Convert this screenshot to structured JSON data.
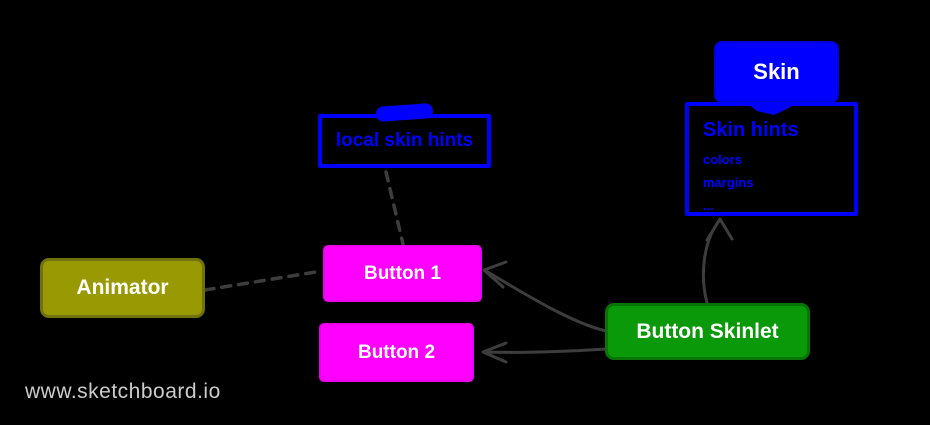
{
  "canvas": {
    "background": "#000000"
  },
  "watermark": {
    "text": "www.sketchboard.io",
    "color": "#cccccc"
  },
  "nodes": {
    "skin": {
      "label": "Skin",
      "fill": "#0000ff",
      "text_color": "#ffffff"
    },
    "skin_hints": {
      "title": "Skin hints",
      "items": [
        "colors",
        "margins",
        "..."
      ],
      "border_color": "#0000ff",
      "text_color": "#0000ff"
    },
    "local_skin_hints": {
      "label": "local skin hints",
      "border_color": "#0000ff",
      "text_color": "#0000ff"
    },
    "animator": {
      "label": "Animator",
      "fill": "#999903",
      "text_color": "#ffffff"
    },
    "button_1": {
      "label": "Button 1",
      "fill": "#ff00ff",
      "text_color": "#ffffff"
    },
    "button_2": {
      "label": "Button 2",
      "fill": "#ff00ff",
      "text_color": "#ffffff"
    },
    "button_skinlet": {
      "label": "Button Skinlet",
      "fill": "#099909",
      "text_color": "#ffffff"
    }
  },
  "connectors": {
    "color": "#3d3d3d",
    "edges": [
      {
        "from": "animator",
        "to": "button_1",
        "style": "dashed"
      },
      {
        "from": "local_skin_hints",
        "to": "button_1",
        "style": "dashed"
      },
      {
        "from": "button_skinlet",
        "to": "button_1",
        "style": "solid-arrow"
      },
      {
        "from": "button_skinlet",
        "to": "button_2",
        "style": "solid-arrow"
      },
      {
        "from": "button_skinlet",
        "to": "skin_hints",
        "style": "solid-arrow"
      },
      {
        "from": "skin",
        "to": "skin_hints",
        "style": "containment-tab"
      }
    ]
  }
}
